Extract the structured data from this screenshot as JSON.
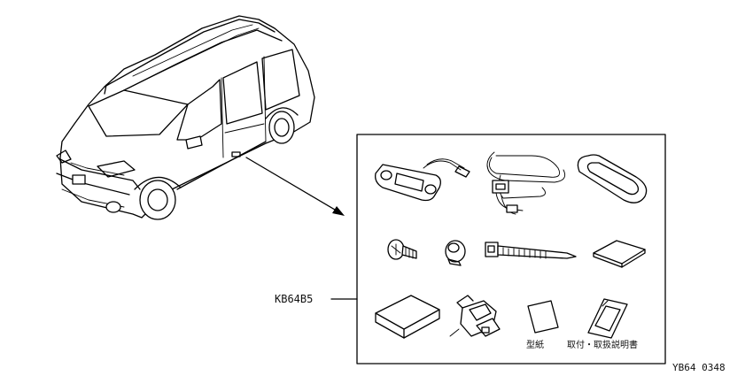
{
  "part_code": "KB64B5",
  "drawing_id": "YB64 0348",
  "labels": {
    "template": "型紙",
    "manual": "取付・取扱説明書"
  },
  "parts": [
    {
      "icon": "lamp-with-wires-icon"
    },
    {
      "icon": "wire-harness-icon"
    },
    {
      "icon": "rubber-gasket-icon"
    },
    {
      "icon": "screw-icon"
    },
    {
      "icon": "clip-icon"
    },
    {
      "icon": "cable-tie-icon"
    },
    {
      "icon": "pad-icon"
    },
    {
      "icon": "cleaner-pad-icon"
    },
    {
      "icon": "splice-connector-icon"
    },
    {
      "icon": "template-sheet-icon"
    },
    {
      "icon": "instruction-manual-icon"
    }
  ]
}
